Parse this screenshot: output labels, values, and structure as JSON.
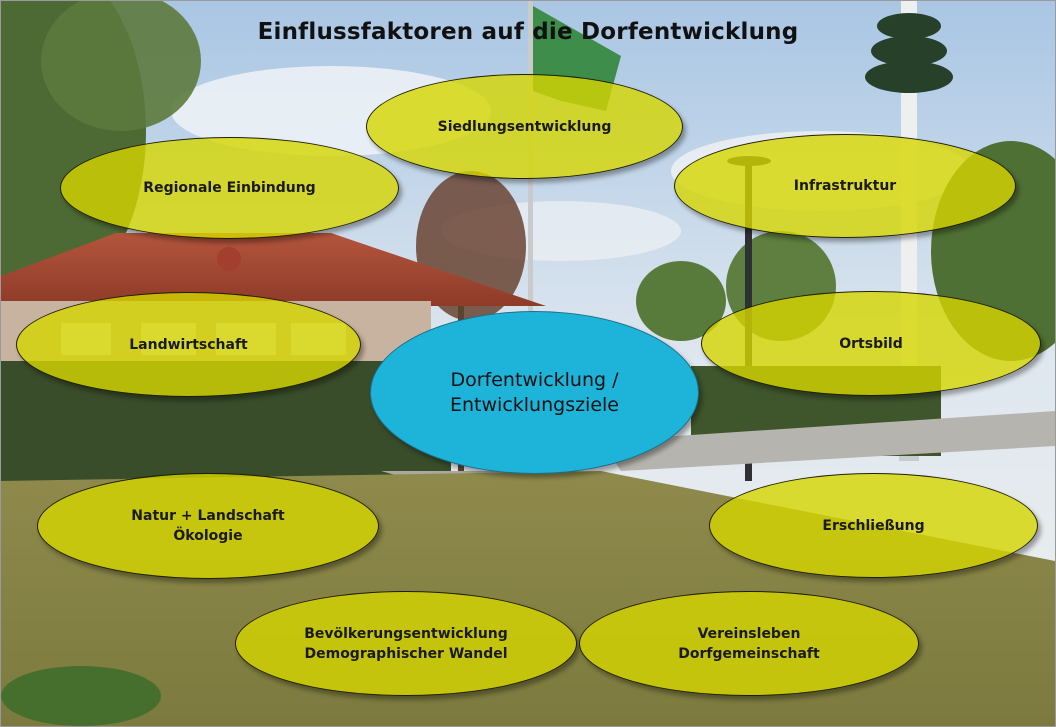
{
  "title": "Einflussfaktoren auf die Dorfentwicklung",
  "diagram": {
    "center": {
      "line1": "Dorfentwicklung /",
      "line2": "Entwicklungsziele",
      "color": "#1eb4d9"
    },
    "factors": {
      "siedlungsentwicklung": "Siedlungsentwicklung",
      "regionale_einbindung": "Regionale Einbindung",
      "infrastruktur": "Infrastruktur",
      "landwirtschaft": "Landwirtschaft",
      "ortsbild": "Ortsbild",
      "natur_landschaft": {
        "line1": "Natur + Landschaft",
        "line2": "Ökologie"
      },
      "erschliessung": "Erschließung",
      "bevoelkerung": {
        "line1": "Bevölkerungsentwicklung",
        "line2": "Demographischer Wandel"
      },
      "vereinsleben": {
        "line1": "Vereinsleben",
        "line2": "Dorfgemeinschaft"
      }
    },
    "factor_color": "#d6d600"
  }
}
